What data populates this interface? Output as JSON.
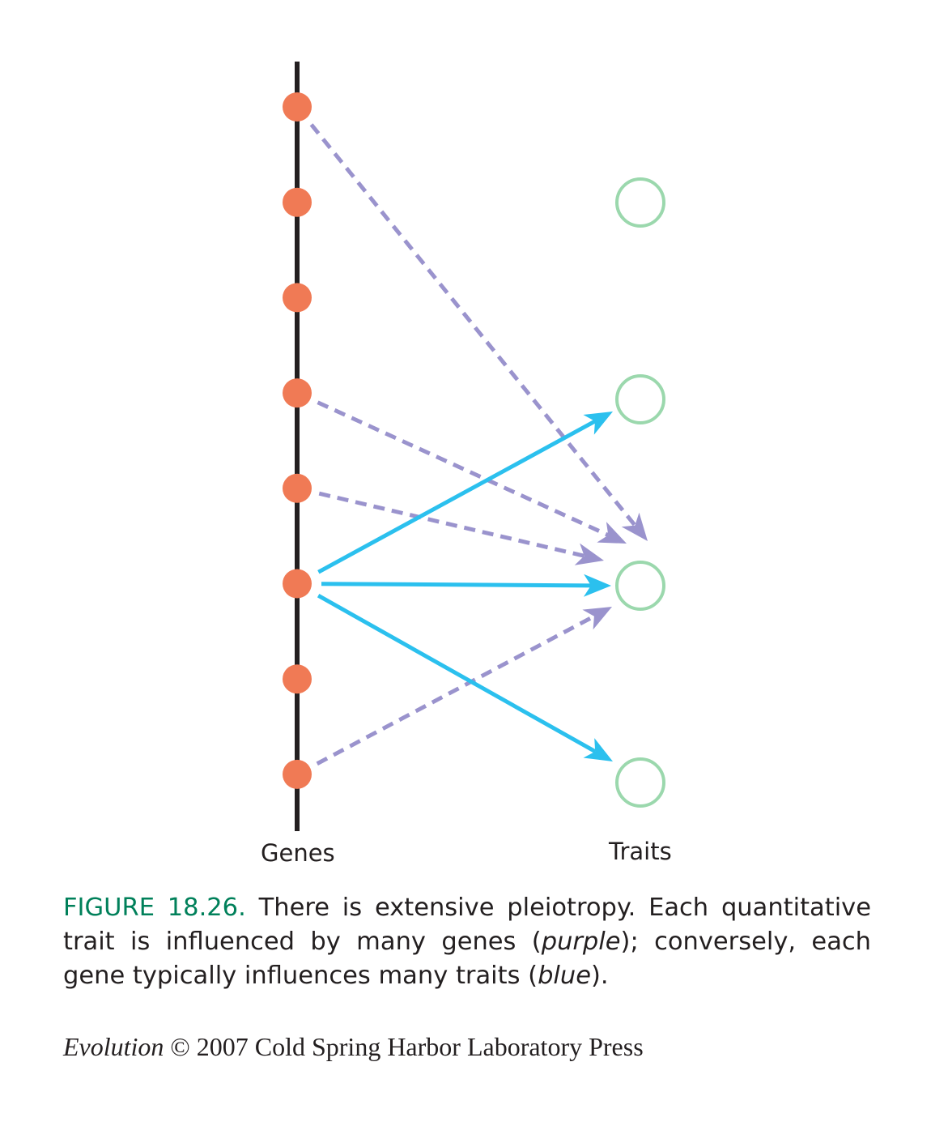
{
  "labels": {
    "genes": "Genes",
    "traits": "Traits"
  },
  "caption": {
    "figure_label": "FIGURE 18.26.",
    "text_1": " There is extensive pleiotropy. Each quantitative trait is influenced by many genes (",
    "purple_word": "purple",
    "text_2": "); conversely, each gene typically influences many traits (",
    "blue_word": "blue",
    "text_3": ")."
  },
  "credit": {
    "title_italic": "Evolution",
    "rest": " © 2007 Cold Spring Harbor Laboratory Press"
  },
  "colors": {
    "gene_dot": "#f07a55",
    "trait_circle": "#9bd8ad",
    "purple_arrow": "#9a93cd",
    "blue_arrow": "#2bc0ee",
    "chromosome": "#231f20",
    "figure_label": "#00805a"
  },
  "diagram": {
    "gene_count": 8,
    "trait_count": 4,
    "purple_links": [
      {
        "gene": 1,
        "trait": 3
      },
      {
        "gene": 4,
        "trait": 3
      },
      {
        "gene": 5,
        "trait": 3
      },
      {
        "gene": 8,
        "trait": 3
      }
    ],
    "blue_links": [
      {
        "gene": 6,
        "trait": 2
      },
      {
        "gene": 6,
        "trait": 3
      },
      {
        "gene": 6,
        "trait": 4
      }
    ]
  }
}
